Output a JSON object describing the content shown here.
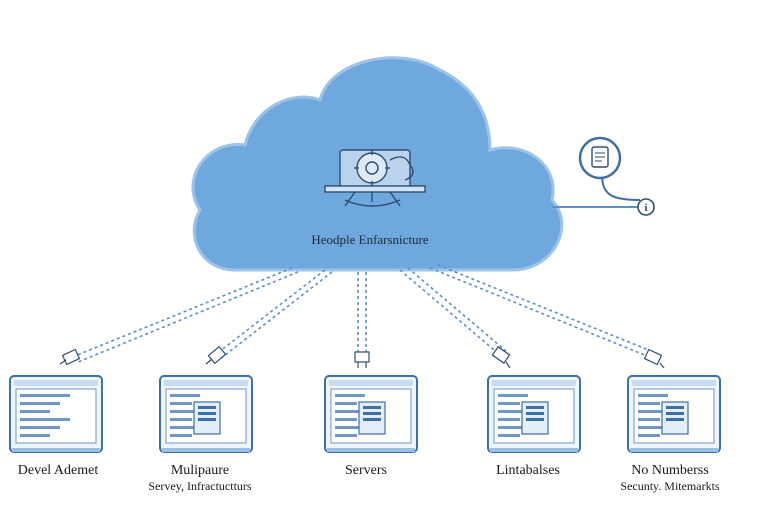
{
  "cloud": {
    "title": "Heodple Enfarsnicture",
    "icon": "gear-monitor-icon"
  },
  "external_node": {
    "icon": "document-lock-icon",
    "connector_icon": "info-icon"
  },
  "nodes": [
    {
      "title": "Devel Ademet",
      "subtitle": ""
    },
    {
      "title": "Mulipaure",
      "subtitle": "Servey, Infractuctturs"
    },
    {
      "title": "Servers",
      "subtitle": ""
    },
    {
      "title": "Lintabalses",
      "subtitle": ""
    },
    {
      "title": "No Numberss",
      "subtitle": "Secunty. Mitemarkts"
    }
  ],
  "colors": {
    "cloud_fill": "#6fa8dc",
    "cloud_stroke": "#9cc3ea",
    "line": "#5b8fc7",
    "panel_border": "#3d6fa8",
    "panel_fill": "#eef5fc"
  }
}
